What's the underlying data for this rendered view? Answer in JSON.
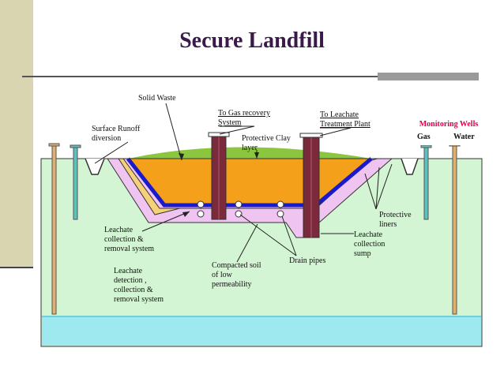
{
  "title": "Secure Landfill",
  "labels": {
    "solid_waste": "Solid Waste",
    "gas_recovery": "To Gas recovery\nSystem",
    "leachate_plant": "To Leachate\nTreatment Plant",
    "runoff": "Surface Runoff\ndiversion",
    "clay": "Protective Clay\nlayer",
    "liners": "Protective\nliners",
    "sump": "Leachate\ncollection\nsump",
    "collection": "Leachate\ncollection &\nremoval system",
    "compacted": "Compacted soil\nof low\npermeability",
    "drain": "Drain pipes",
    "detection": "Leachate\ndetection ,\ncollection &\nremoval system"
  },
  "monitoring": {
    "title": "Monitoring Wells",
    "gas": "Gas",
    "water": "Water"
  },
  "colors": {
    "title": "#3a1a4a",
    "ground": "#d4f5d4",
    "aquifer": "#9ee8ef",
    "waste": "#f5a01a",
    "cap": "#8cc63f",
    "liner": "#1a1acc",
    "clay": "#f0c4f0",
    "soil": "#f5d27a",
    "pipe": "#7a2a3a",
    "well_gas": "#5fc0c0",
    "well_water": "#e0b070",
    "monitoring_title": "#e0004a"
  }
}
